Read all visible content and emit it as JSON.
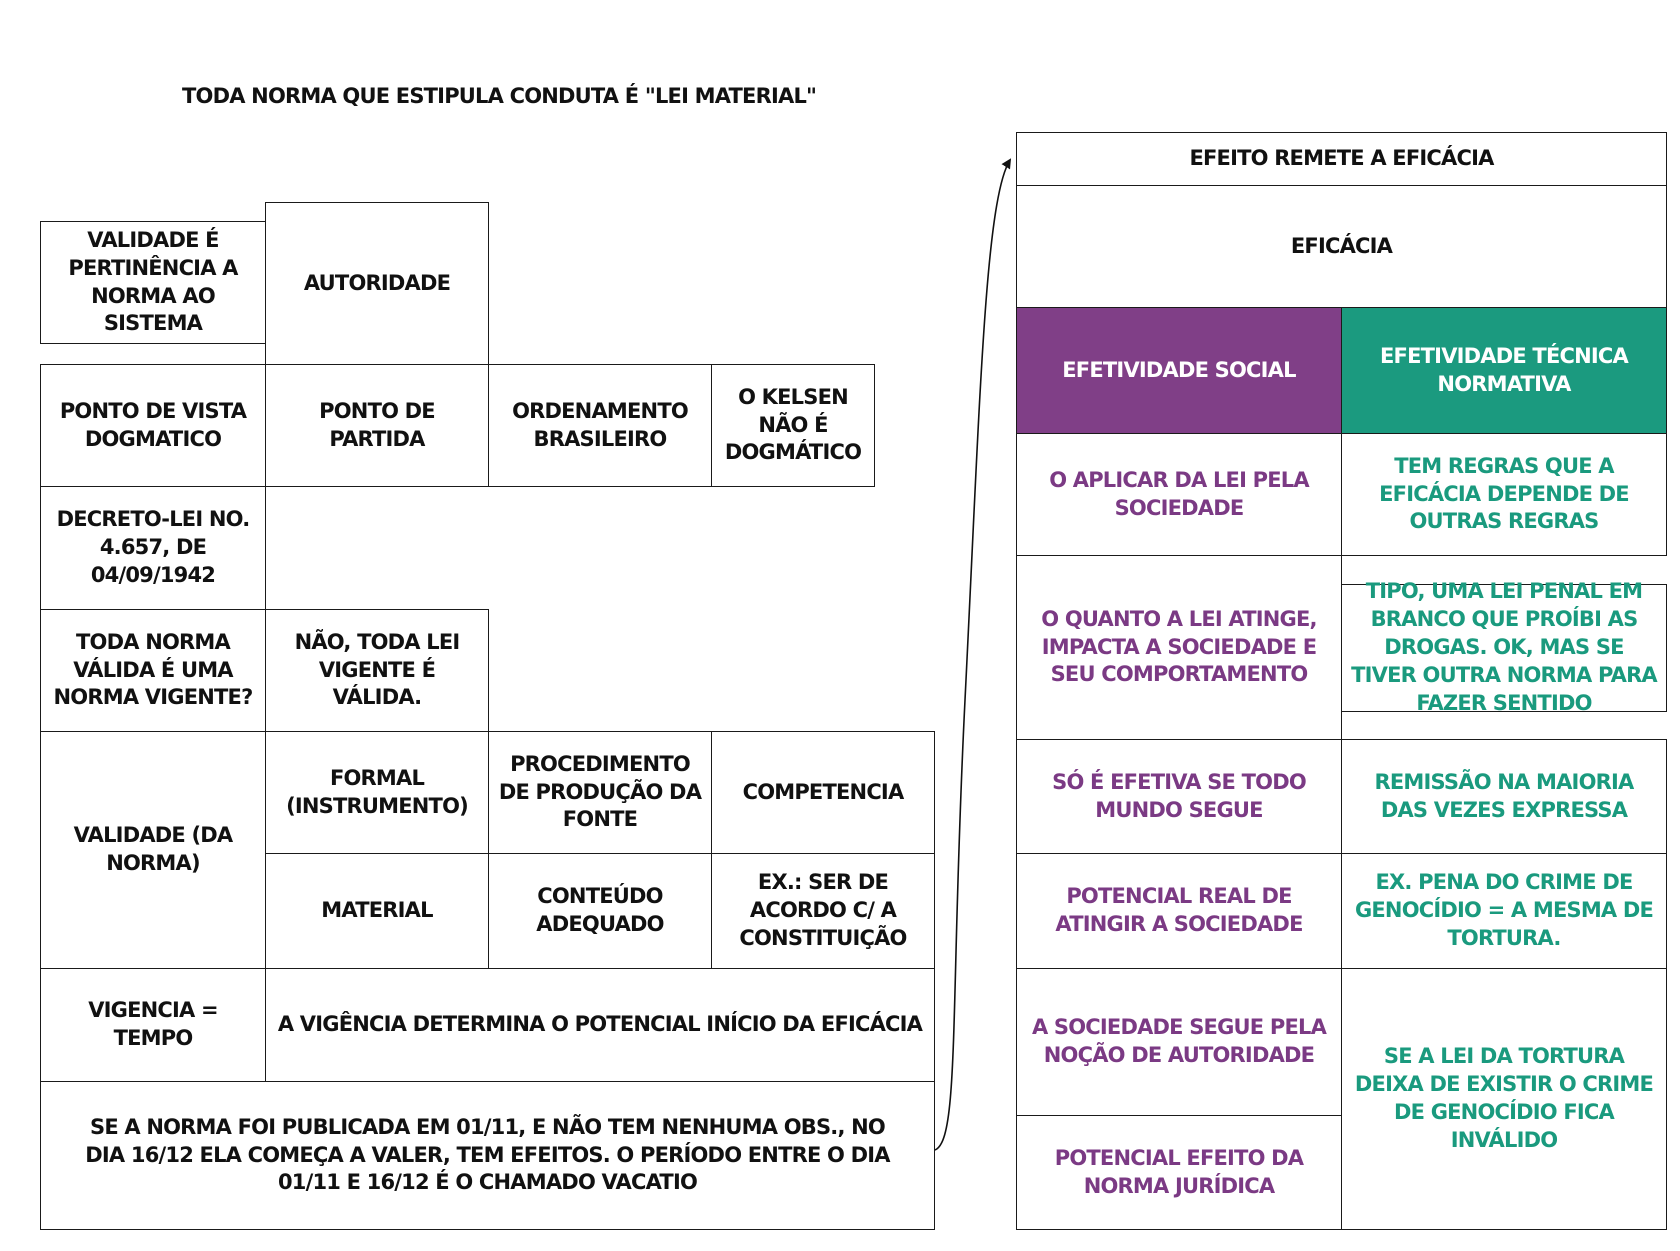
{
  "title": "TODA NORMA QUE ESTIPULA CONDUTA É \"LEI MATERIAL\"",
  "left": {
    "validade_pertinencia": "VALIDADE É PERTINÊNCIA A NORMA AO SISTEMA",
    "autoridade": "AUTORIDADE",
    "ponto_de_vista": "PONTO DE VISTA DOGMATICO",
    "ponto_de_partida": "PONTO DE PARTIDA",
    "ordenamento": "ORDENAMENTO BRASILEIRO",
    "kelsen": "O KELSEN NÃO É DOGMÁTICO",
    "decreto": "DECRETO-LEI NO. 4.657, DE 04/09/1942",
    "pergunta_vigente": "TODA NORMA VÁLIDA É UMA NORMA VIGENTE?",
    "resposta_vigente": "NÃO, TODA LEI VIGENTE É VÁLIDA.",
    "validade_norma": "VALIDADE (DA NORMA)",
    "formal": "FORMAL (INSTRUMENTO)",
    "procedimento": "PROCEDIMENTO DE PRODUÇÃO DA FONTE",
    "competencia": "COMPETENCIA",
    "material": "MATERIAL",
    "conteudo": "CONTEÚDO ADEQUADO",
    "exemplo_constituicao": "EX.: SER DE ACORDO C/ A CONSTITUIÇÃO",
    "vigencia_tempo": "VIGENCIA = TEMPO",
    "vigencia_determina": "A VIGÊNCIA DETERMINA O POTENCIAL INÍCIO DA EFICÁCIA",
    "vacatio": "SE A NORMA FOI PUBLICADA EM 01/11, E NÃO TEM NENHUMA OBS., NO DIA 16/12 ELA COMEÇA A VALER, TEM EFEITOS. O PERÍODO ENTRE O DIA 01/11 E 16/12 É O CHAMADO VACATIO"
  },
  "right": {
    "efeito": "EFEITO REMETE A EFICÁCIA",
    "eficacia": "EFICÁCIA",
    "social_header": "EFETIVIDADE SOCIAL",
    "tecnica_header": "EFETIVIDADE TÉCNICA NORMATIVA",
    "social": [
      "O APLICAR DA LEI PELA SOCIEDADE",
      "O QUANTO A LEI ATINGE, IMPACTA A SOCIEDADE E SEU COMPORTAMENTO",
      "SÓ É EFETIVA SE TODO MUNDO SEGUE",
      "POTENCIAL REAL DE ATINGIR A SOCIEDADE",
      "A SOCIEDADE SEGUE PELA NOÇÃO DE AUTORIDADE",
      "POTENCIAL EFEITO DA NORMA JURÍDICA"
    ],
    "tecnica": [
      "TEM REGRAS QUE A EFICÁCIA DEPENDE DE OUTRAS REGRAS",
      "TIPO, UMA LEI PENAL EM BRANCO QUE PROÍBI AS DROGAS. OK, MAS SE TIVER OUTRA NORMA PARA FAZER SENTIDO",
      "REMISSÃO NA MAIORIA DAS VEZES EXPRESSA",
      "EX. PENA DO CRIME DE GENOCÍDIO = A MESMA DE TORTURA.",
      "SE A LEI DA TORTURA DEIXA DE EXISTIR O CRIME DE GENOCÍDIO FICA INVÁLIDO"
    ]
  },
  "colors": {
    "social_fill": "#803f87",
    "tecnica_fill": "#1b9a7f",
    "social_text": "#7b3a84",
    "tecnica_text": "#1a9a7e"
  }
}
